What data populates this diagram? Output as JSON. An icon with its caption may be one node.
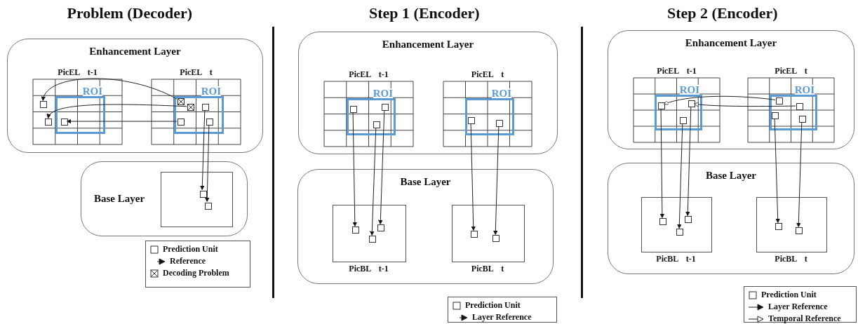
{
  "diagram": {
    "nodes": [
      {
        "text": [
          "Enhancement Layer"
        ]
      },
      {
        "text": [
          "PicEL t-1"
        ],
        "in": 0
      },
      {
        "text": [
          "ROI"
        ],
        "in": 1
      },
      {
        "text": [],
        "shape": "box",
        "in": 1
      },
      {
        "text": [],
        "shape": "box",
        "in": 1
      },
      {
        "text": [],
        "shape": "box",
        "in": 2
      },
      {
        "text": [
          "PicEL t"
        ],
        "in": 0
      },
      {
        "text": [
          "ROI"
        ],
        "in": 6
      },
      {
        "text": [],
        "shape": "crossbox",
        "in": 7
      },
      {
        "text": [],
        "shape": "crossbox",
        "in": 7
      },
      {
        "text": [],
        "shape": "box",
        "in": 7
      },
      {
        "text": [],
        "shape": "box",
        "in": 7
      },
      {
        "text": [],
        "shape": "box",
        "in": 7
      },
      {
        "text": [
          "Base Layer"
        ]
      },
      {
        "text": [],
        "shape": "box",
        "in": 13
      },
      {
        "text": [],
        "shape": "box",
        "in": 14
      },
      {
        "text": [],
        "shape": "box",
        "in": 14
      },
      {
        "text": [
          "Enhancement Layer"
        ]
      },
      {
        "text": [
          "PicEL t-1"
        ],
        "in": 17
      },
      {
        "text": [
          "ROI"
        ],
        "in": 18
      },
      {
        "text": [],
        "shape": "box",
        "in": 19
      },
      {
        "text": [],
        "shape": "box",
        "in": 19
      },
      {
        "text": [],
        "shape": "box",
        "in": 19
      },
      {
        "text": [
          "PicEL t"
        ],
        "in": 17
      },
      {
        "text": [
          "ROI"
        ],
        "in": 23
      },
      {
        "text": [],
        "shape": "box",
        "in": 24
      },
      {
        "text": [],
        "shape": "box",
        "in": 24
      },
      {
        "text": [
          "Base Layer"
        ]
      },
      {
        "text": [
          "PicBL t-1"
        ],
        "in": 27
      },
      {
        "text": [],
        "shape": "box",
        "in": 28
      },
      {
        "text": [],
        "shape": "box",
        "in": 28
      },
      {
        "text": [],
        "shape": "box",
        "in": 28
      },
      {
        "text": [
          "PicBL t"
        ],
        "in": 27
      },
      {
        "text": [],
        "shape": "box",
        "in": 32
      },
      {
        "text": [],
        "shape": "box",
        "in": 32
      },
      {
        "text": [
          "Enhancement Layer"
        ]
      },
      {
        "text": [
          "PicEL t-1"
        ],
        "in": 35
      },
      {
        "text": [
          "ROI"
        ],
        "in": 36
      },
      {
        "text": [],
        "shape": "box",
        "in": 37
      },
      {
        "text": [],
        "shape": "box",
        "in": 37
      },
      {
        "text": [],
        "shape": "box",
        "in": 37
      },
      {
        "text": [
          "PicEL t"
        ],
        "in": 35
      },
      {
        "text": [
          "ROI"
        ],
        "in": 41
      },
      {
        "text": [],
        "shape": "box",
        "in": 42
      },
      {
        "text": [],
        "shape": "box",
        "in": 42
      },
      {
        "text": [],
        "shape": "box",
        "in": 42
      },
      {
        "text": [],
        "shape": "box",
        "in": 42
      },
      {
        "text": [
          "Base Layer"
        ]
      },
      {
        "text": [
          "PicBL t-1"
        ],
        "in": 47
      },
      {
        "text": [],
        "shape": "box",
        "in": 48
      },
      {
        "text": [],
        "shape": "box",
        "in": 48
      },
      {
        "text": [],
        "shape": "box",
        "in": 48
      },
      {
        "text": [
          "PicBL t"
        ],
        "in": 47
      },
      {
        "text": [],
        "shape": "box",
        "in": 52
      },
      {
        "text": [],
        "shape": "box",
        "in": 52
      }
    ],
    "edges": [
      {
        "from": 8,
        "to": 3,
        "arrow": "to"
      },
      {
        "from": 9,
        "to": 4,
        "arrow": "to"
      },
      {
        "from": 11,
        "to": 5,
        "arrow": "to"
      },
      {
        "from": 10,
        "to": 15,
        "arrow": "to"
      },
      {
        "from": 12,
        "to": 16,
        "arrow": "to"
      },
      {
        "from": 20,
        "to": 29,
        "arrow": "to"
      },
      {
        "from": 22,
        "to": 30,
        "arrow": "to"
      },
      {
        "from": 21,
        "to": 31,
        "arrow": "to"
      },
      {
        "from": 25,
        "to": 33,
        "arrow": "to"
      },
      {
        "from": 26,
        "to": 34,
        "arrow": "to"
      },
      {
        "from": 43,
        "to": 38,
        "arrow": "to"
      },
      {
        "from": 44,
        "to": 39,
        "arrow": "to"
      },
      {
        "from": 38,
        "to": 49,
        "arrow": "to"
      },
      {
        "from": 40,
        "to": 50,
        "arrow": "to"
      },
      {
        "from": 39,
        "to": 51,
        "arrow": "to"
      },
      {
        "from": 45,
        "to": 53,
        "arrow": "to"
      },
      {
        "from": 46,
        "to": 54,
        "arrow": "to"
      }
    ],
    "labels": [
      "Problem (Decoder)",
      "Step 1 (Encoder)",
      "Step 2 (Encoder)"
    ],
    "legend": [
      {
        "text": "Prediction Unit"
      },
      {
        "text": "Reference"
      },
      {
        "text": "Decoding Problem"
      },
      {
        "text": "Prediction Unit"
      },
      {
        "text": "Layer Reference"
      },
      {
        "text": "Prediction Unit"
      },
      {
        "text": "Layer Reference"
      },
      {
        "text": "Temporal Reference"
      }
    ]
  }
}
